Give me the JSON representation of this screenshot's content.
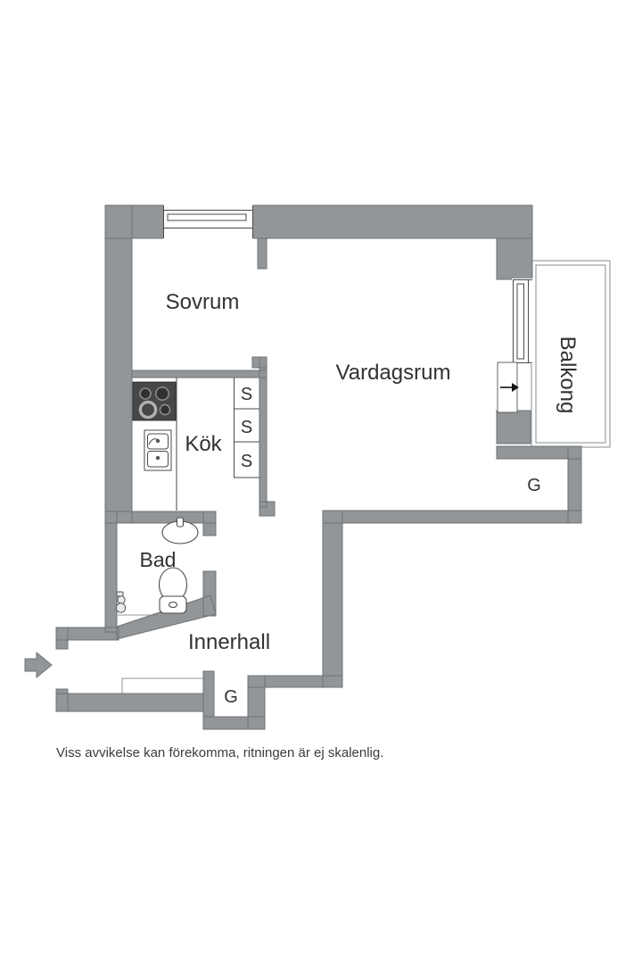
{
  "colors": {
    "wall": "#929699",
    "wall_outline": "#6f7377",
    "line": "#4a4a4a",
    "light_line": "#9aa0a3",
    "text": "#323232",
    "fixture_dark": "#474747"
  },
  "labels": {
    "sovrum": "Sovrum",
    "vardagsrum": "Vardagsrum",
    "kok": "Kök",
    "bad": "Bad",
    "innerhall": "Innerhall",
    "balkong": "Balkong",
    "closet_s1": "S",
    "closet_s2": "S",
    "closet_s3": "S",
    "closet_g_balcony": "G",
    "closet_g_hall": "G"
  },
  "disclaimer": "Viss avvikelse kan förekomma, ritningen är ej skalenlig."
}
